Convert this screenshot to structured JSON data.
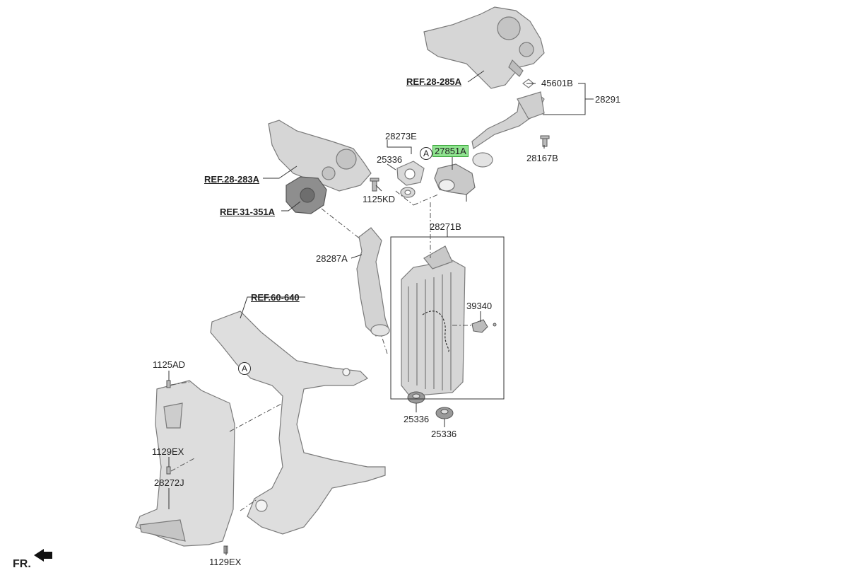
{
  "ref_labels": {
    "turbo": "REF.28-285A",
    "intake_manifold": "REF.28-283A",
    "throttle": "REF.31-351A",
    "carrier": "REF.60-640"
  },
  "part_labels": {
    "clip": "45601B",
    "hose_assy": "28291",
    "gasket_bracket": "28273E",
    "mount_upper": "25336",
    "bolt_throttle": "1125KD",
    "highlighted_hose": "27851A",
    "bolt_hose": "28167B",
    "intercooler_assy": "28271B",
    "intake_hose": "28287A",
    "sensor": "39340",
    "bolt_duct_top": "1125AD",
    "bolt_duct_mid": "1129EX",
    "air_guide": "28272J",
    "bolt_duct_bottom": "1129EX",
    "mount_lower_left": "25336",
    "mount_lower_right": "25336"
  },
  "circle_markers": [
    "A",
    "A"
  ],
  "front_label": "FR.",
  "colors": {
    "highlight": "#8fe38f",
    "part_fill": "#d6d6d6",
    "part_stroke": "#7a7a7a",
    "leader": "#333333"
  }
}
